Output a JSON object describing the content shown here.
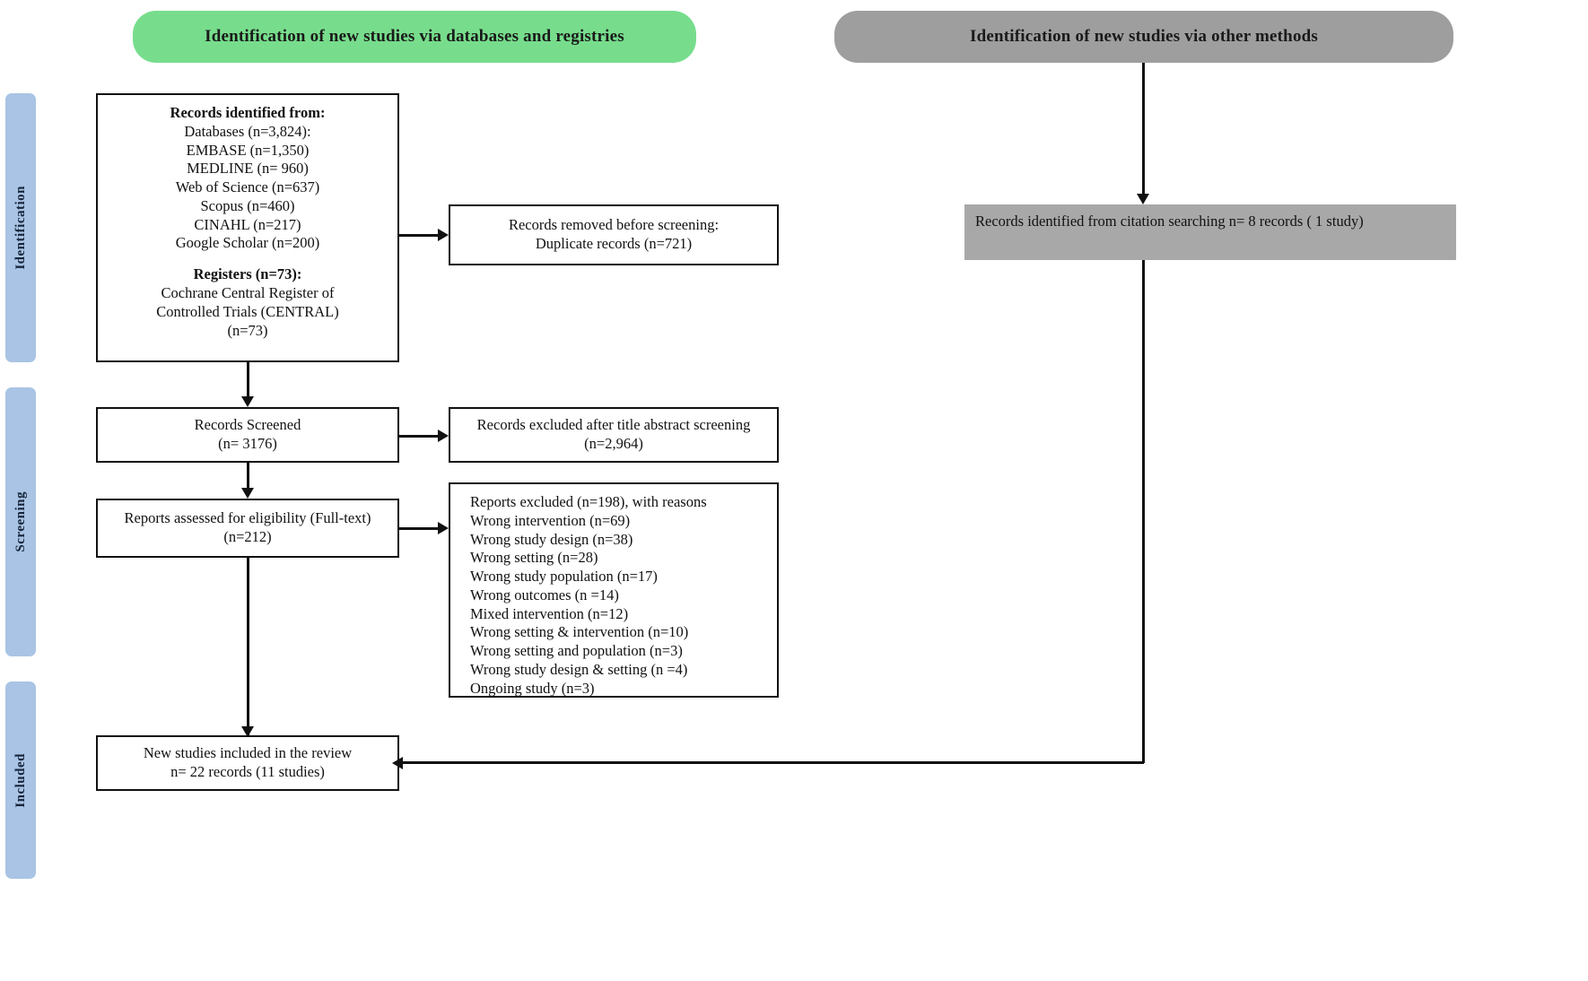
{
  "banners": {
    "databases": "Identification of new studies via databases and registries",
    "other_methods": "Identification of new studies via other methods"
  },
  "phases": {
    "identification": "Identification",
    "screening": "Screening",
    "included": "Included"
  },
  "boxes": {
    "records_identified": {
      "heading": "Records identified from:",
      "databases_heading": "Databases (n=3,824):",
      "sources": [
        "EMBASE (n=1,350)",
        "MEDLINE (n= 960)",
        "Web of Science (n=637)",
        "Scopus (n=460)",
        "CINAHL (n=217)",
        "Google Scholar  (n=200)"
      ],
      "registers_heading": "Registers  (n=73):",
      "registers": [
        "Cochrane Central Register of",
        "Controlled Trials (CENTRAL)",
        "(n=73)"
      ]
    },
    "records_removed": {
      "line1": "Records removed before screening:",
      "line2": "Duplicate records (n=721)"
    },
    "records_screened": {
      "line1": "Records Screened",
      "line2": "(n= 3176)"
    },
    "records_excluded": {
      "line1": "Records excluded after title abstract screening",
      "line2": "(n=2,964)"
    },
    "reports_assessed": {
      "line1": "Reports assessed for eligibility (Full-text)",
      "line2": "(n=212)"
    },
    "reports_excluded": {
      "heading": "Reports excluded  (n=198), with reasons",
      "reasons": [
        "Wrong intervention (n=69)",
        "Wrong study design (n=38)",
        "Wrong setting (n=28)",
        "Wrong study population (n=17)",
        "Wrong outcomes (n =14)",
        "Mixed intervention (n=12)",
        "Wrong setting & intervention (n=10)",
        "Wrong setting and population (n=3)",
        "Wrong study design & setting (n =4)",
        "Ongoing study (n=3)"
      ]
    },
    "citation_searching": {
      "line1": "Records identified from citation searching",
      "line2": "n= 8 records ( 1 study)"
    },
    "included_studies": {
      "line1": "New studies included in the review",
      "line2": "n= 22 records (11 studies)"
    }
  },
  "colors": {
    "banner_databases": "#77dd8c",
    "banner_other": "#9e9e9e",
    "phase_rail": "#a9c4e4",
    "citation_box": "#a8a8a8",
    "stroke": "#111111"
  }
}
